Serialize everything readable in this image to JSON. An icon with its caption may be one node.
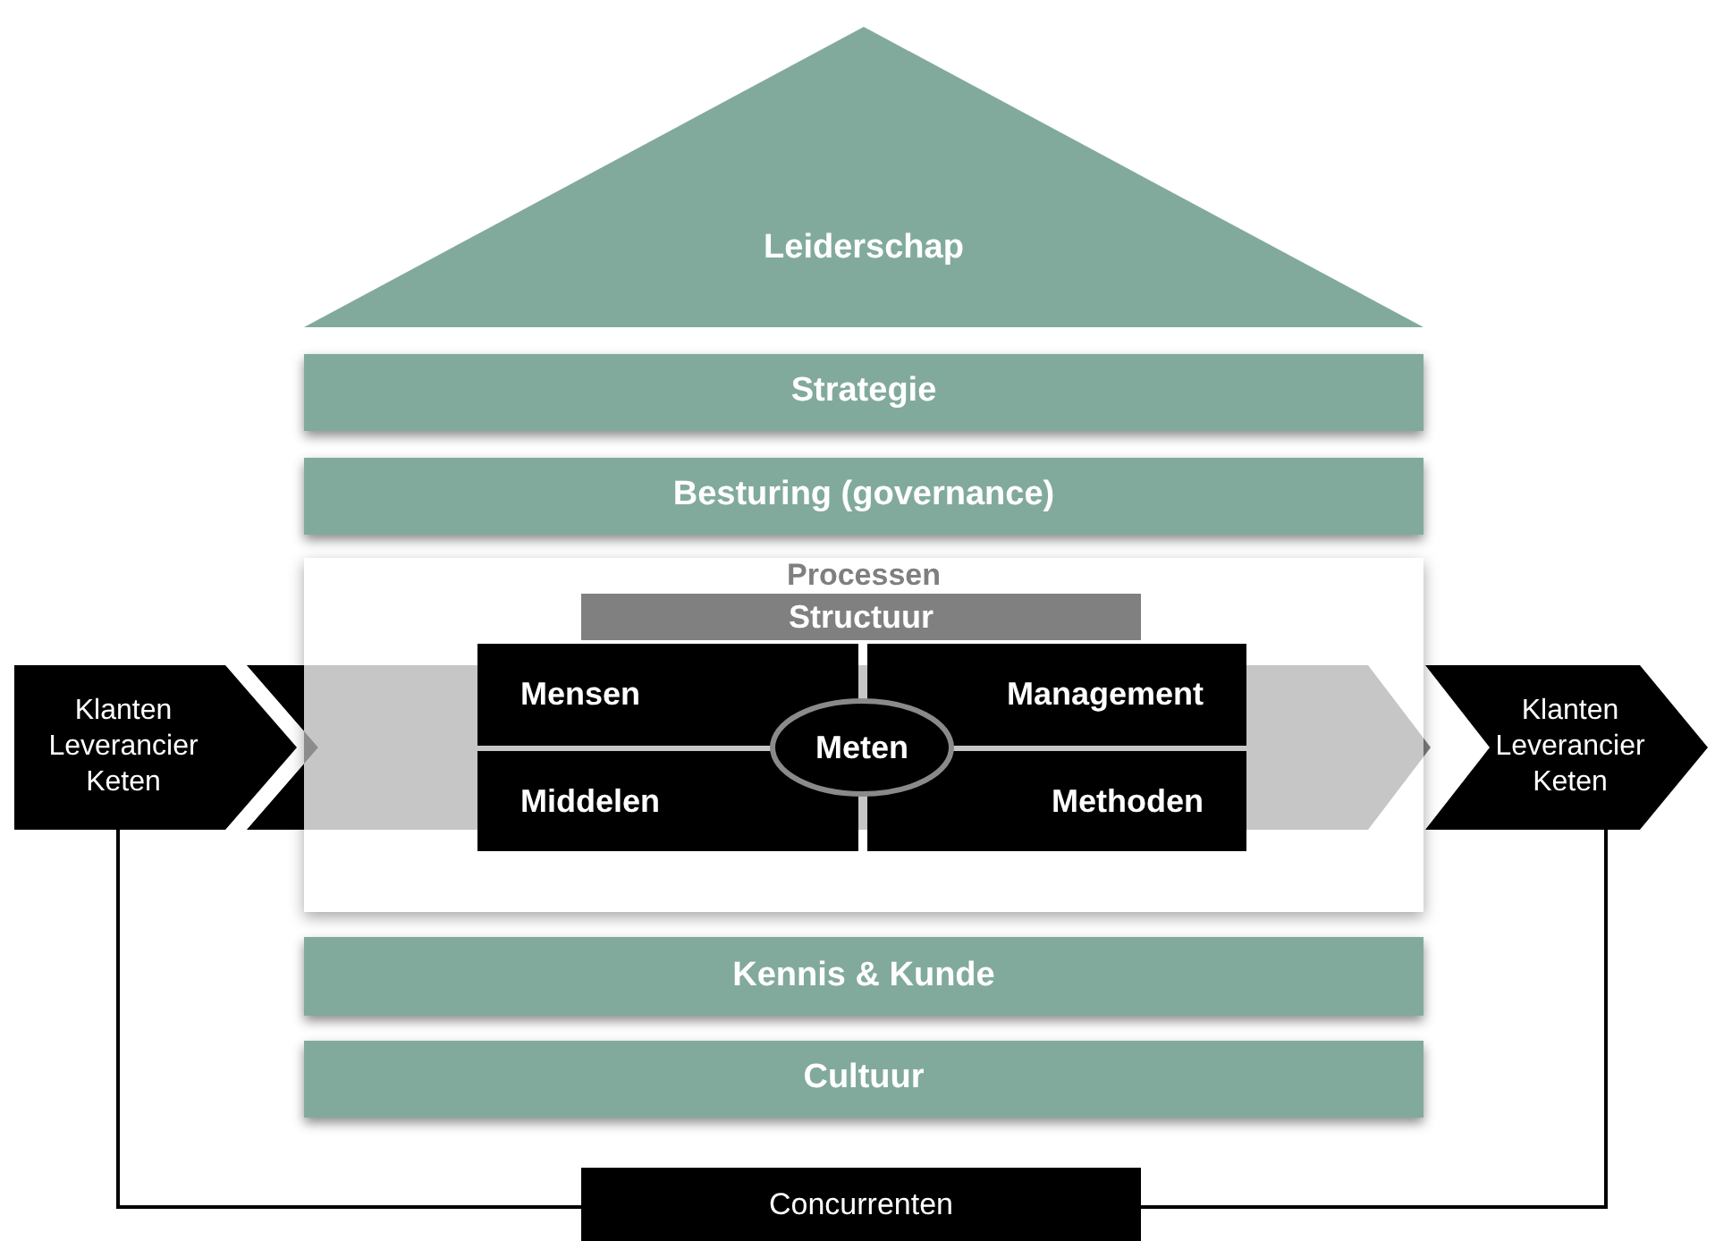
{
  "diagram": {
    "nodes": [
      {
        "text": [
          "Leiderschap"
        ]
      },
      {
        "text": [
          "Strategie"
        ]
      },
      {
        "text": [
          "Besturing (governance)"
        ]
      },
      {
        "text": [
          "Processen"
        ]
      },
      {
        "text": [
          "Structuur"
        ],
        "in": 3
      },
      {
        "text": [
          "Mensen"
        ],
        "in": 3
      },
      {
        "text": [
          "Management"
        ],
        "in": 3
      },
      {
        "text": [
          "Meten"
        ],
        "in": 3
      },
      {
        "text": [
          "Middelen"
        ],
        "in": 3
      },
      {
        "text": [
          "Methoden"
        ],
        "in": 3
      },
      {
        "text": [
          "Klanten Leverancier Keten"
        ]
      },
      {
        "text": [
          "Klanten Leverancier Keten"
        ]
      },
      {
        "text": [
          "Kennis & Kunde"
        ]
      },
      {
        "text": [
          "Cultuur"
        ]
      },
      {
        "text": [
          "Concurrenten"
        ]
      }
    ],
    "edges": [
      {
        "from": 10,
        "to": 14,
        "arrow": "none"
      },
      {
        "from": 11,
        "to": 14,
        "arrow": "none"
      }
    ]
  }
}
